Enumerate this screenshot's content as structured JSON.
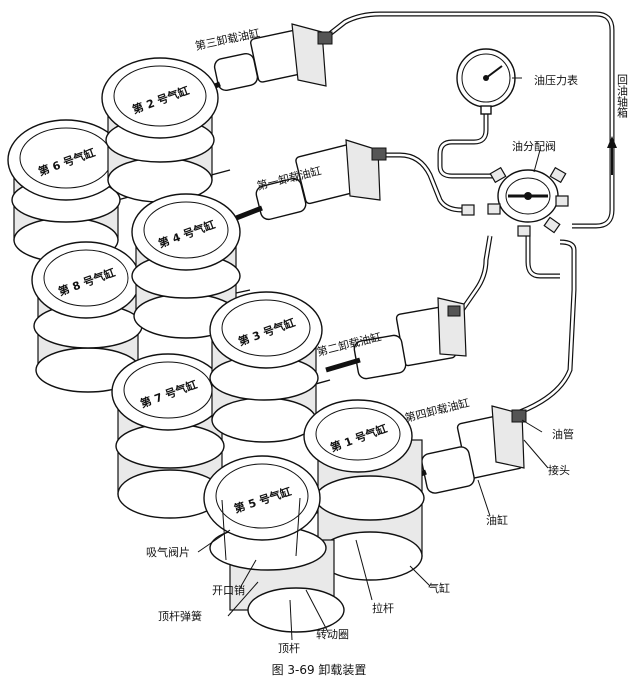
{
  "cylinders": [
    {
      "key": "c6",
      "label": "第 6 号气缸"
    },
    {
      "key": "c2",
      "label": "第 2 号气缸"
    },
    {
      "key": "c4",
      "label": "第 4 号气缸"
    },
    {
      "key": "c8",
      "label": "第 8 号气缸"
    },
    {
      "key": "c3",
      "label": "第 3 号气缸"
    },
    {
      "key": "c7",
      "label": "第 7 号气缸"
    },
    {
      "key": "c1",
      "label": "第 1 号气缸"
    },
    {
      "key": "c5",
      "label": "第 5 号气缸"
    }
  ],
  "unloaders": {
    "u3": "第三卸载油缸",
    "u1": "第一卸载油缸",
    "u2": "第二卸载油缸",
    "u4": "第四卸载油缸"
  },
  "labels": {
    "oil_pressure_gauge": "油压力表",
    "return_to_shaft_box": "回油轴箱",
    "oil_distribution_valve": "油分配阀",
    "oil_pipe": "油管",
    "joint": "接头",
    "oil_cylinder": "油缸",
    "suction_valve_plate": "吸气阀片",
    "split_pin": "开口销",
    "top_rod_spring": "顶杆弹簧",
    "top_rod": "顶杆",
    "rotating_ring": "转动圈",
    "pull_rod": "拉杆",
    "air_cylinder": "气缸"
  },
  "caption": "图 3-69   卸载装置"
}
